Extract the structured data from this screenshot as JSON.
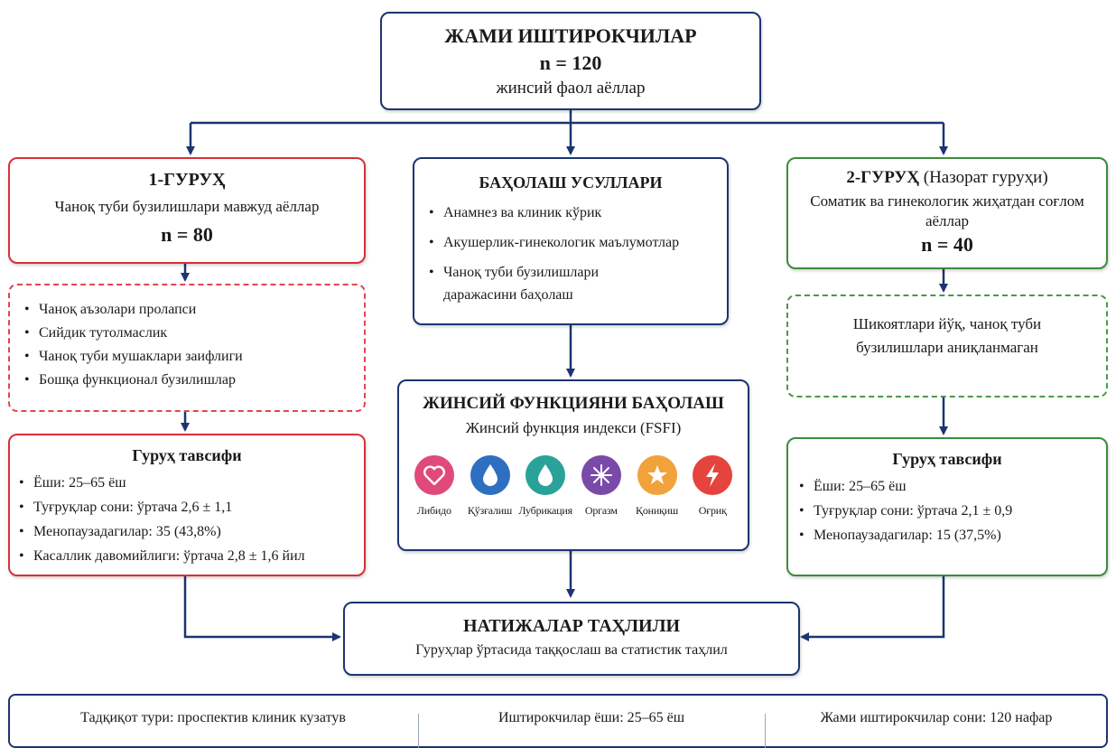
{
  "colors": {
    "navy": "#1c3470",
    "red": "#d9303a",
    "green": "#3a8d3a"
  },
  "top": {
    "title": "ЖАМИ ИШТИРОКЧИЛАР",
    "n": "n = 120",
    "subtitle": "жинсий фаол аёллар"
  },
  "group1": {
    "title": "1-ГУРУҲ",
    "desc": "Чаноқ туби бузилишлари мавжуд аёллар",
    "n": "n = 80",
    "conditions": [
      "Чаноқ аъзолари пролапси",
      "Сийдик тутолмаслик",
      "Чаноқ туби мушаклари заифлиги",
      "Бошқа функционал бузилишлар"
    ],
    "profile_title": "Гуруҳ тавсифи",
    "profile": [
      "Ёши: 25–65 ёш",
      "Туғруқлар сони: ўртача 2,6 ± 1,1",
      "Менопаузадагилар: 35 (43,8%)",
      "Касаллик давомийлиги: ўртача 2,8 ± 1,6 йил"
    ]
  },
  "methods": {
    "title": "БАҲОЛАШ УСУЛЛАРИ",
    "items": [
      "Анамнез ва клиник кўрик",
      "Акушерлик-гинекологик маълумотлар",
      "Чаноқ туби бузилишлари даражасини баҳолаш"
    ]
  },
  "group2": {
    "title": "2-ГУРУҲ",
    "title_note": "(Назорат гуруҳи)",
    "desc": "Соматик ва гинекологик жиҳатдан соғлом аёллар",
    "n": "n = 40",
    "note": "Шикоятлари йўқ, чаноқ туби бузилишлари аниқланмаган",
    "profile_title": "Гуруҳ тавсифи",
    "profile": [
      "Ёши: 25–65 ёш",
      "Туғруқлар сони: ўртача 2,1 ± 0,9",
      "Менопаузадагилар: 15 (37,5%)"
    ]
  },
  "fsfi": {
    "title": "ЖИНСИЙ ФУНКЦИЯНИ БАҲОЛАШ",
    "subtitle": "Жинсий функция индекси (FSFI)",
    "domains": [
      {
        "label": "Либидо",
        "icon": "heart-icon",
        "color": "#e04a7a"
      },
      {
        "label": "Қўзғалиш",
        "icon": "drop-icon",
        "color": "#2f6fc2"
      },
      {
        "label": "Лубрикация",
        "icon": "drop-icon",
        "color": "#2aa29a"
      },
      {
        "label": "Оргазм",
        "icon": "star-burst-icon",
        "color": "#7a4aa8"
      },
      {
        "label": "Қониқиш",
        "icon": "star-icon",
        "color": "#f2a23a"
      },
      {
        "label": "Оғриқ",
        "icon": "lightning-icon",
        "color": "#e5433d"
      }
    ]
  },
  "results": {
    "title": "НАТИЖАЛАР ТАҲЛИЛИ",
    "subtitle": "Гуруҳлар ўртасида таққослаш ва статистик таҳлил"
  },
  "footer": {
    "study_type": "Тадқиқот тури: проспектив клиник кузатув",
    "age": "Иштирокчилар ёши: 25–65 ёш",
    "total": "Жами иштирокчилар сони: 120 нафар"
  }
}
